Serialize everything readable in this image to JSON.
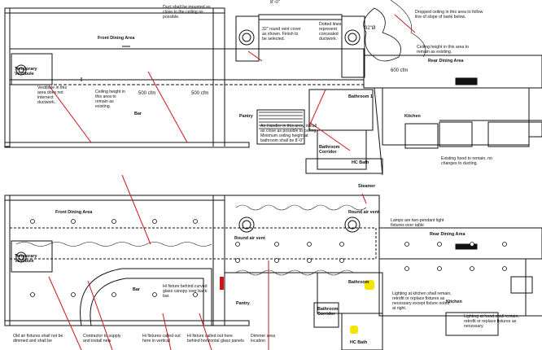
{
  "top_plan": {
    "rooms": {
      "front_dining": "Front Dining Area",
      "rear_dining": "Rear Dining Area",
      "kitchen": "Kitchen",
      "bathroom1": "Bathroom 1",
      "bathroom_corridor": "Bathroom Corridor",
      "hc_bath": "HC Bath",
      "pantry": "Pantry",
      "bar": "Bar",
      "temp_vestibule": "Temporary Vestibule"
    },
    "dims": {
      "top_cut": "8'-0\"",
      "flow1": "500 cfm",
      "flow2": "500 cfm",
      "flow3": "600 cfm",
      "duct_label": "32\"Ø"
    },
    "notes": {
      "duct_shell": "Duct shall be mounted as close to the ceiling as possible.",
      "round_vent": "32\" round vent cover as shown. Finish to be selected.",
      "dotted_lines": "Dotted lines represent concealed ductwork.",
      "dropped_ceiling": "Dropped ceiling in this area to follow line of slope of bank below.",
      "ceiling_height_rear": "Ceiling height in this area to remain as existing.",
      "vestibule": "Vestibule in this area does not intersect ductwork.",
      "ceiling_height_bar": "Ceiling height in this area to remain as existing.",
      "air_handler": "Air Handler in this area, install as close as possible to ceiling. Minimum ceiling height at bathroom shall be 8'-0\"",
      "existing_hood": "Existing hood to remain, no changes to ducting."
    }
  },
  "bottom_plan": {
    "rooms": {
      "front_dining": "Front Dining Area",
      "rear_dining": "Rear Dining Area",
      "kitchen": "Kitchen",
      "bathroom": "Bathroom",
      "bathroom_corridor": "Bathroom Corridor",
      "hc_bath": "HC Bath",
      "pantry": "Pantry",
      "bar": "Bar",
      "temp_vestibule": "Temporary Vestibule",
      "round_vent1": "Round air vent",
      "round_vent2": "Round air vent",
      "steamer": "Steamer"
    },
    "notes": {
      "pendant": "Lamps are two-pendant light fixtures over table",
      "hi_fixture_bar": "Hi fixture behind curved glass canopy over back bar.",
      "kitchen_lighting": "Lighting at kitchen shall remain, retrofit or replace fixtures as necessary except fixture noted at right.",
      "kitchen_lighting2": "Lighting at hood shall remain, retrofit or replace fixtures as necessary.",
      "old_fixtures": "Old air fixtures shall not be dimmed and shall be",
      "contractor": "Contractor to supply and install new",
      "hi_fixture_arch": "Hi fixtures called out here in vertical",
      "hi_fixture_behind": "Hi fixture called out here behind horizontal glass panels",
      "dimmer": "Dimmer area location"
    }
  },
  "colors": {
    "line": "#111111",
    "red": "#d0141c",
    "yellow": "#f2e600"
  }
}
